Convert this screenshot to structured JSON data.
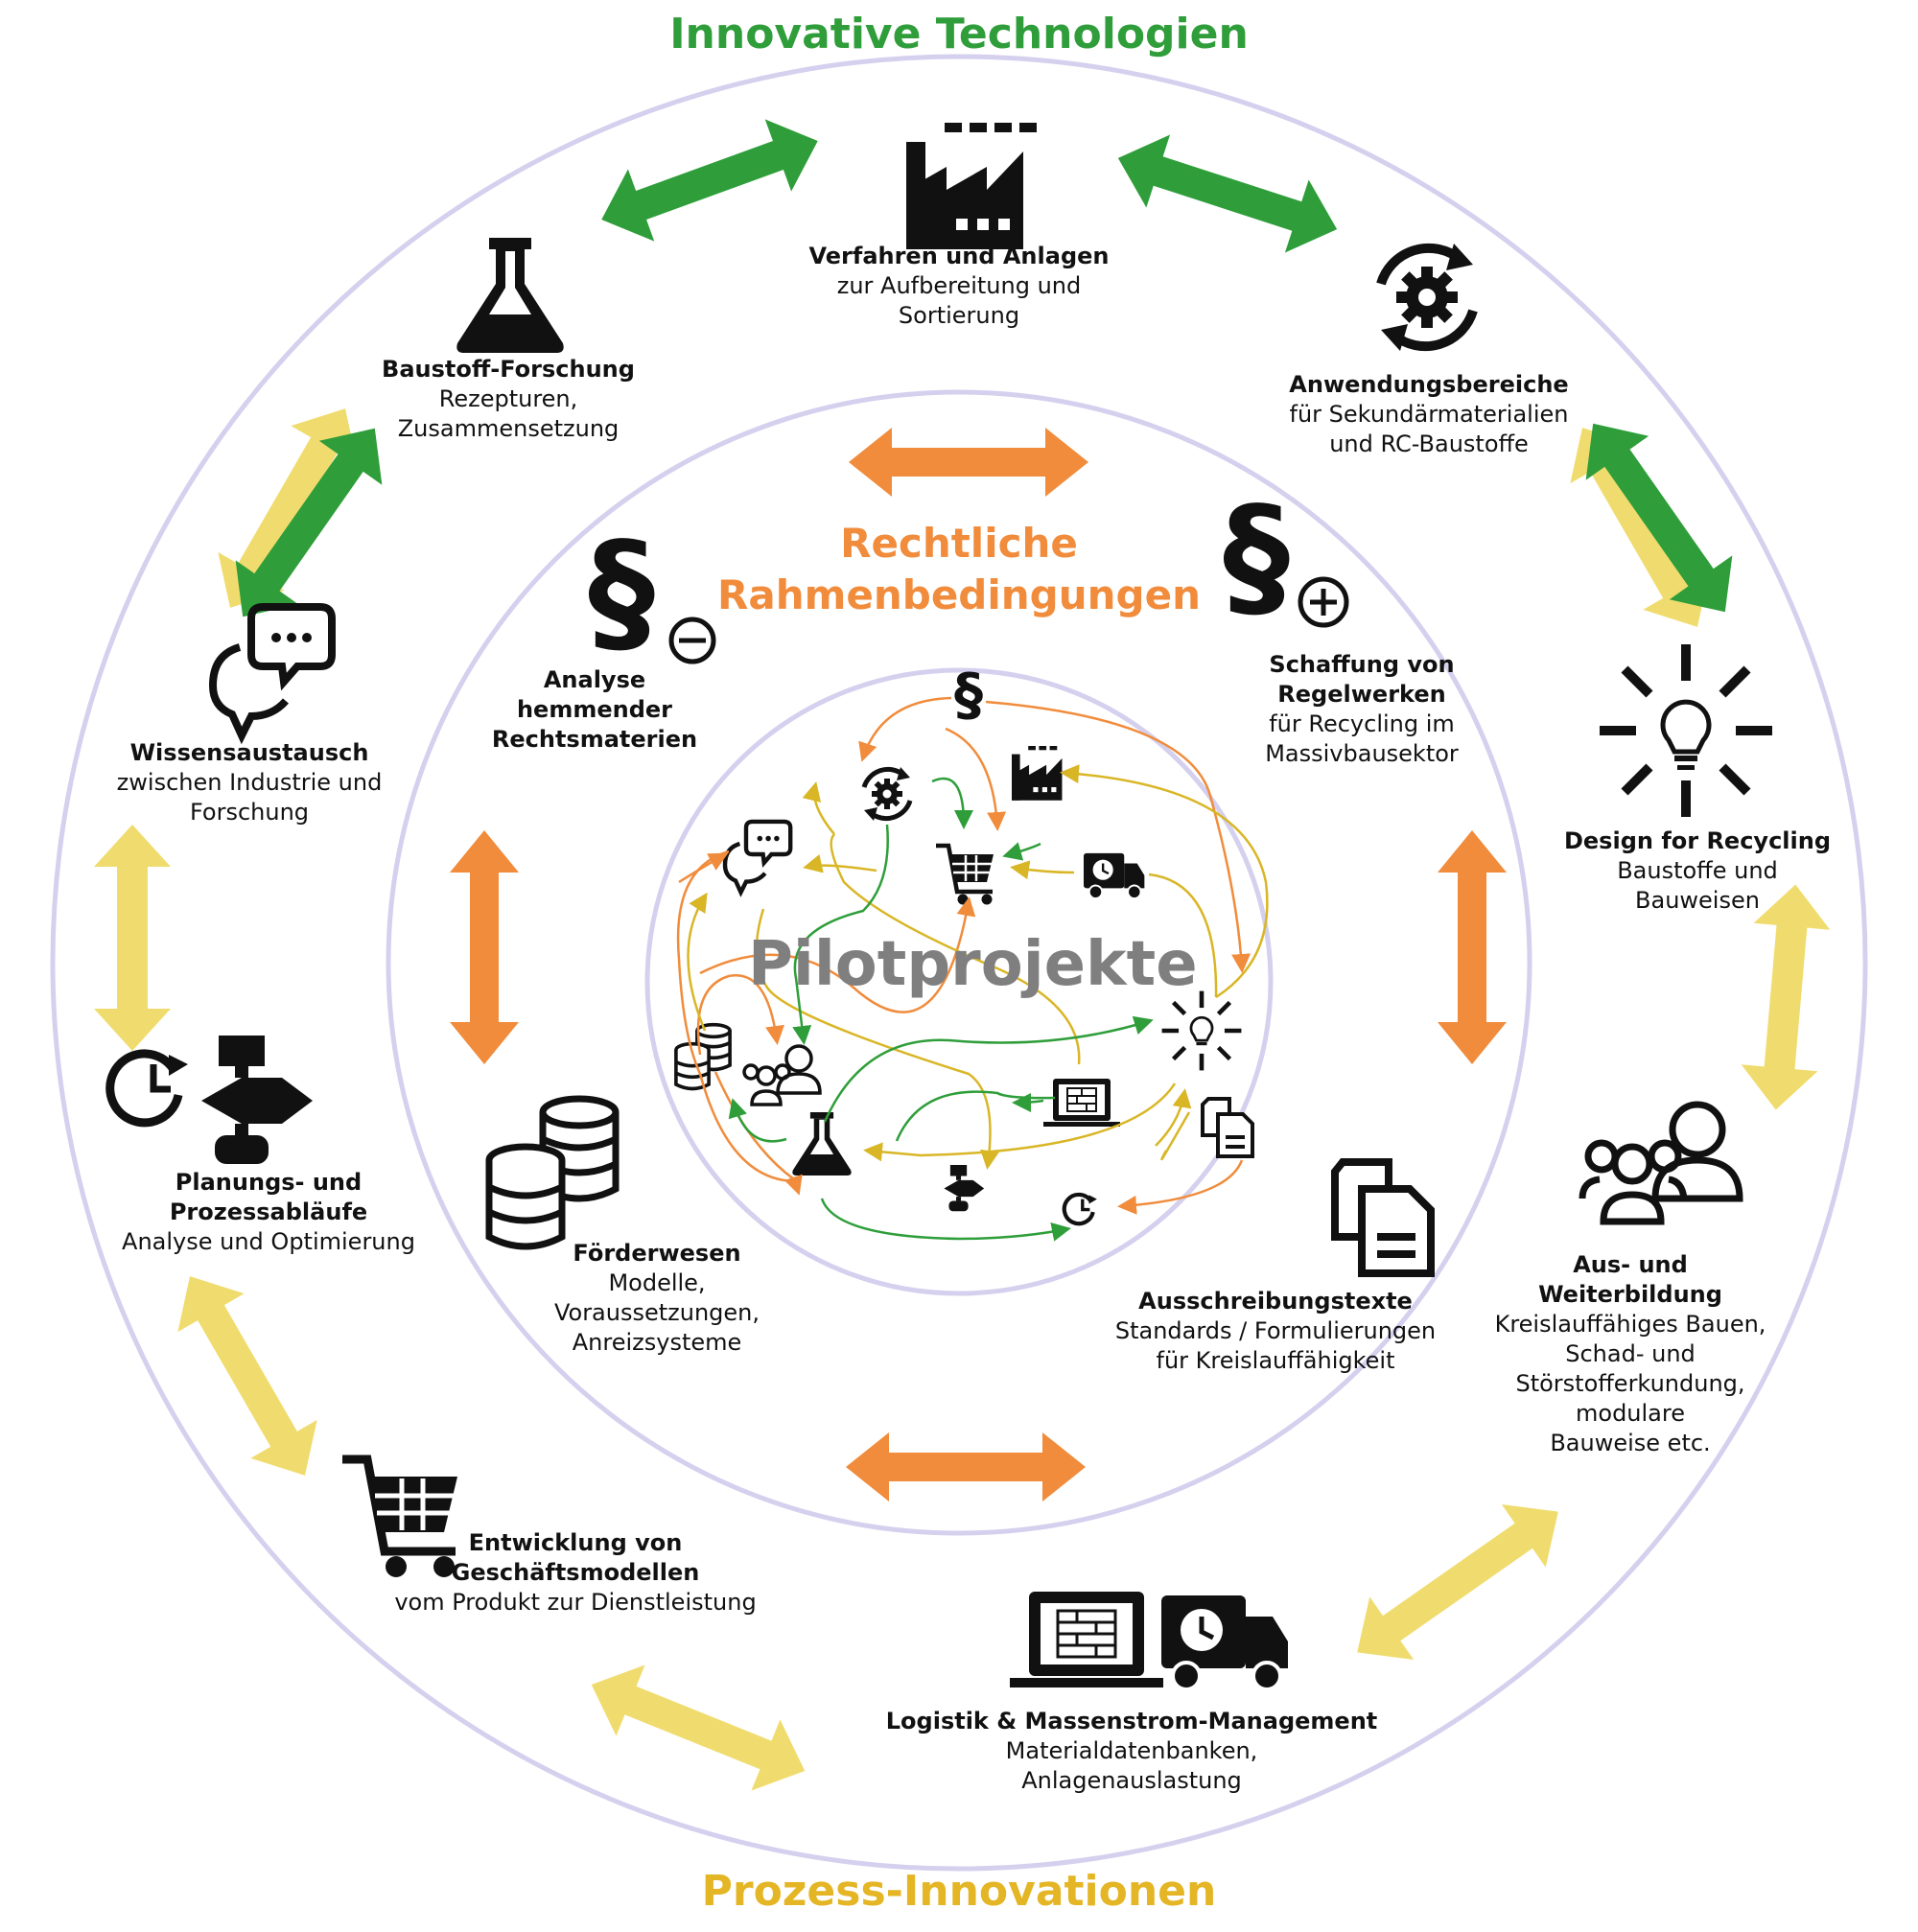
{
  "titles": {
    "top": "Innovative Technologien",
    "bottom": "Prozess-Innovationen",
    "middle_line1": "Rechtliche",
    "middle_line2": "Rahmenbedingungen",
    "center": "Pilotprojekte"
  },
  "colors": {
    "green": "#2f9e3a",
    "yellow": "#f0dc6e",
    "orange": "#f08c3c",
    "ring": "#d4d0ee",
    "icon": "#111111",
    "title_green": "#2f9e3a",
    "title_yellow": "#e4b524",
    "title_orange": "#f08c3c",
    "center_grey": "#7f7f7f"
  },
  "nodes": {
    "verfahren": {
      "title": "Verfahren und Anlagen",
      "line1": "zur Aufbereitung und",
      "line2": "Sortierung",
      "icon": "factory-icon"
    },
    "anwendung": {
      "title": "Anwendungsbereiche",
      "line1": "für Sekundärmaterialien",
      "line2": "und RC-Baustoffe",
      "icon": "gear-cycle-icon"
    },
    "baustoff": {
      "title": "Baustoff-Forschung",
      "line1": "Rezepturen,",
      "line2": "Zusammensetzung",
      "icon": "flask-icon"
    },
    "design": {
      "title": "Design for Recycling",
      "line1": "Baustoffe und",
      "line2": "Bauweisen",
      "icon": "lightbulb-icon"
    },
    "wissen": {
      "title": "Wissensaustausch",
      "line1": "zwischen Industrie und",
      "line2": "Forschung",
      "icon": "chat-bubbles-icon"
    },
    "planung": {
      "title1": "Planungs- und",
      "title2": "Prozessabläufe",
      "line1": "Analyse und Optimierung",
      "icon": "process-flow-icon"
    },
    "ausbildung": {
      "title1": "Aus- und",
      "title2": "Weiterbildung",
      "line1": "Kreislauffähiges Bauen,",
      "line2": "Schad- und",
      "line3": "Störstofferkundung,",
      "line4": "modulare",
      "line5": "Bauweise etc.",
      "icon": "people-icon"
    },
    "geschaeft": {
      "title1": "Entwicklung von",
      "title2": "Geschäftsmodellen",
      "line1": "vom Produkt zur Dienstleistung",
      "icon": "shopping-cart-icon"
    },
    "logistik": {
      "title": "Logistik & Massenstrom-Management",
      "line1": "Materialdatenbanken,",
      "line2": "Anlagenauslastung",
      "icon": "laptop-truck-icon"
    },
    "analyse": {
      "title1": "Analyse",
      "title2": "hemmender",
      "title3": "Rechtsmaterien",
      "icon": "paragraph-minus-icon"
    },
    "schaffung": {
      "title1": "Schaffung von",
      "title2": "Regelwerken",
      "line1": "für Recycling im",
      "line2": "Massivbausektor",
      "icon": "paragraph-plus-icon"
    },
    "foerder": {
      "title": "Förderwesen",
      "line1": "Modelle,",
      "line2": "Voraussetzungen,",
      "line3": "Anreizsysteme",
      "icon": "database-icon"
    },
    "ausschreibung": {
      "title": "Ausschreibungstexte",
      "line1": "Standards / Formulierungen",
      "line2": "für Kreislauffähigkeit",
      "icon": "documents-icon"
    }
  },
  "center_icons": {
    "paragraph": "§"
  }
}
